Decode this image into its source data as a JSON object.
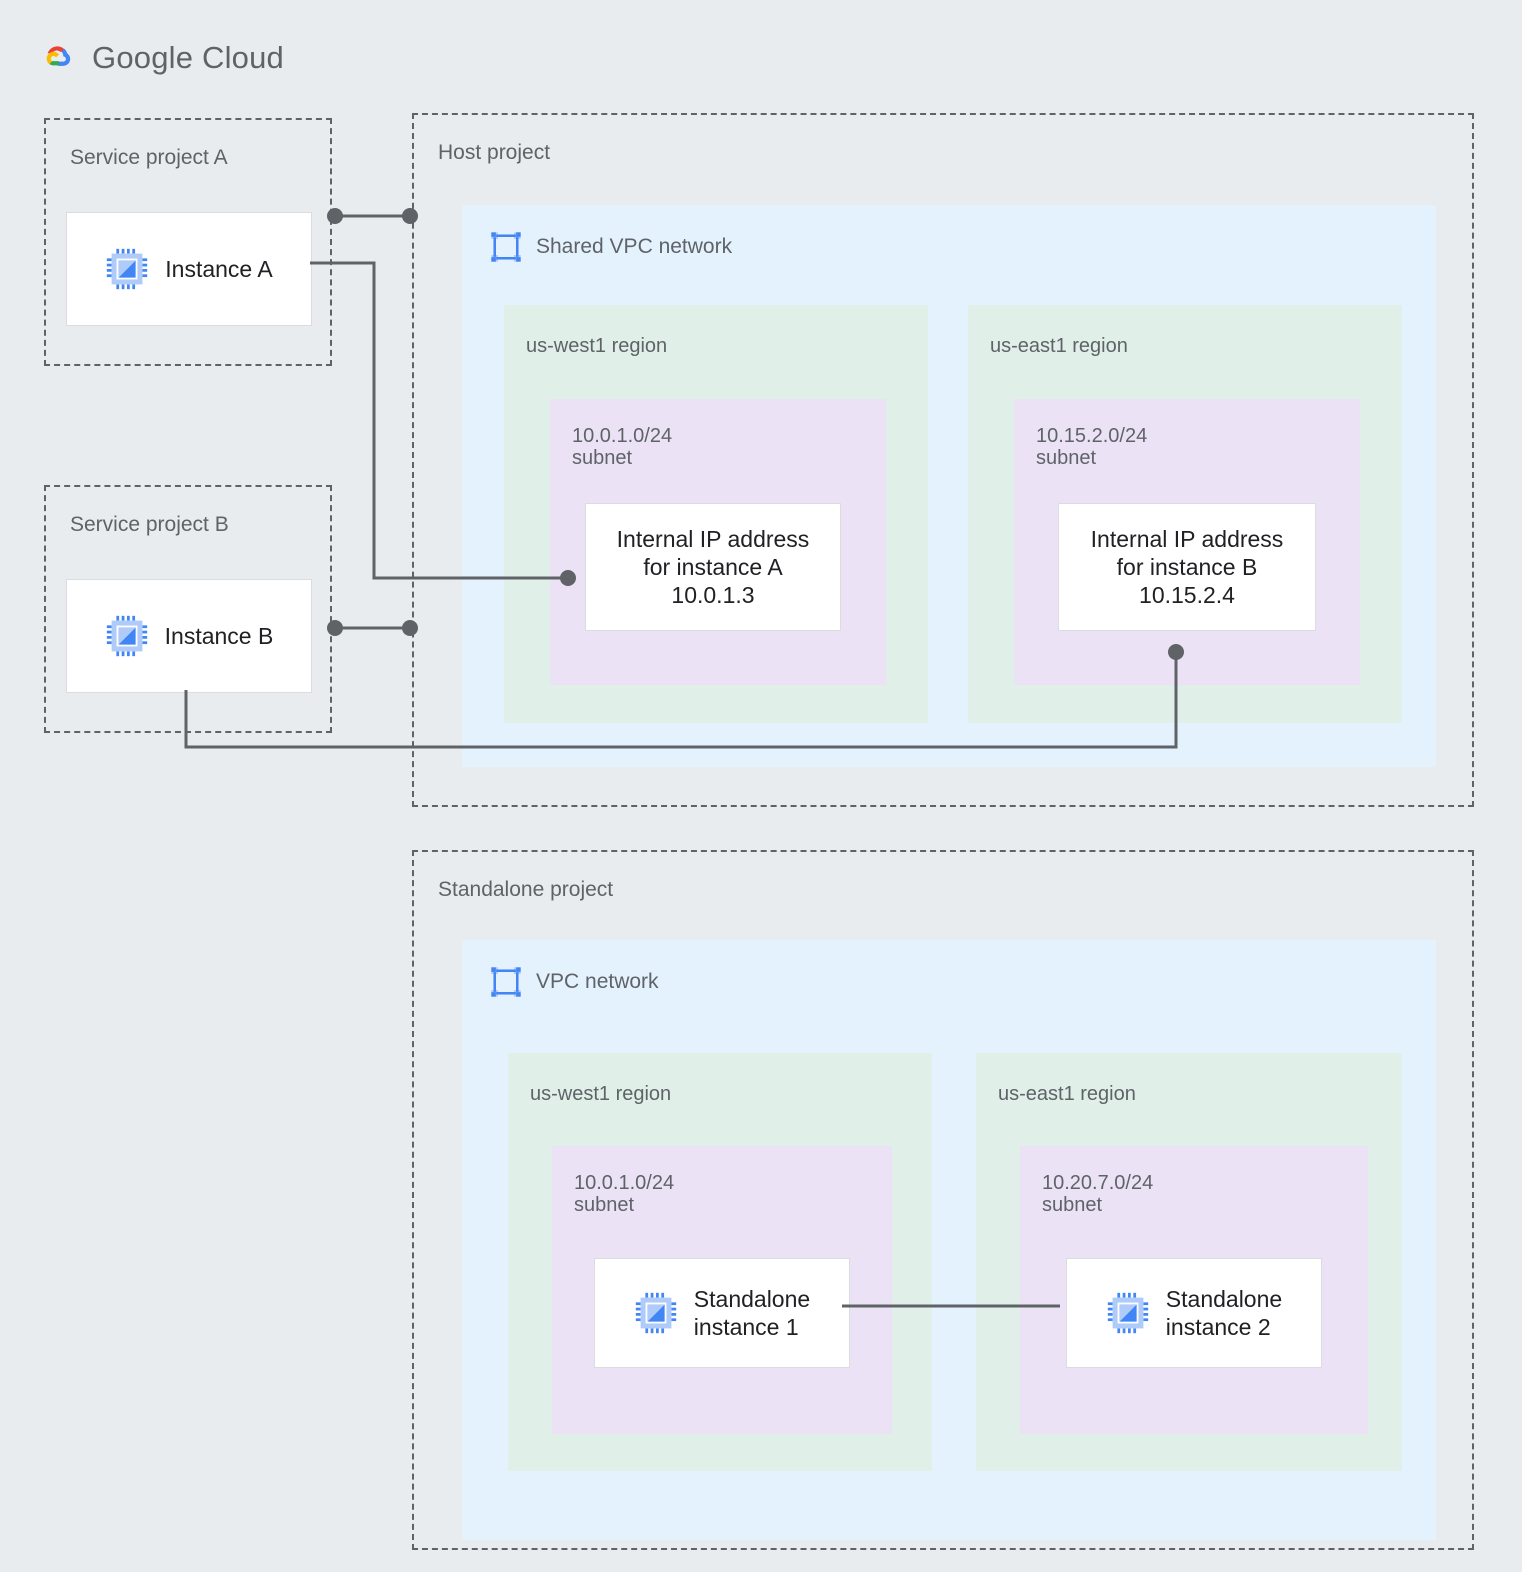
{
  "brand": {
    "name_part1": "Google",
    "name_part2": "Cloud",
    "logo_icon": "google-cloud-logo",
    "colors": {
      "red": "#ea4335",
      "blue": "#4285f4",
      "yellow": "#fbbc04",
      "green": "#34a853"
    }
  },
  "palette": {
    "page_background": "#e8ecef",
    "project_fill": "#e8ecef",
    "project_border": "#5f6368",
    "vpc_fill": "#e3f2fd",
    "region_fill": "#e0f0e9",
    "subnet_fill": "#ebe3f5",
    "node_fill": "#ffffff",
    "node_border": "#dadce0",
    "connector": "#5f6368",
    "label_text": "#5f6368",
    "node_text": "#202124",
    "icon_blue_dark": "#4285f4",
    "icon_blue_light": "#aecbfa"
  },
  "projects": [
    {
      "id": "service-project-a",
      "label": "Service project A",
      "instance": {
        "id": "instance-a",
        "label": "Instance A",
        "icon": "compute-instance-icon"
      }
    },
    {
      "id": "service-project-b",
      "label": "Service project B",
      "instance": {
        "id": "instance-b",
        "label": "Instance B",
        "icon": "compute-instance-icon"
      }
    },
    {
      "id": "host-project",
      "label": "Host project",
      "network": {
        "id": "shared-vpc-network",
        "label": "Shared VPC network",
        "icon": "vpc-network-icon",
        "regions": [
          {
            "id": "host-us-west1",
            "label": "us-west1 region",
            "subnet": {
              "id": "subnet-10-0-1-0-24",
              "cidr": "10.0.1.0/24",
              "label": "10.0.1.0/24\nsubnet"
            },
            "node": {
              "id": "internal-ip-instance-a",
              "label": "Internal IP address\nfor instance A\n10.0.1.3",
              "ip": "10.0.1.3"
            }
          },
          {
            "id": "host-us-east1",
            "label": "us-east1 region",
            "subnet": {
              "id": "subnet-10-15-2-0-24",
              "cidr": "10.15.2.0/24",
              "label": "10.15.2.0/24\nsubnet"
            },
            "node": {
              "id": "internal-ip-instance-b",
              "label": "Internal IP address\nfor instance B\n10.15.2.4",
              "ip": "10.15.2.4"
            }
          }
        ]
      }
    },
    {
      "id": "standalone-project",
      "label": "Standalone project",
      "network": {
        "id": "vpc-network",
        "label": "VPC network",
        "icon": "vpc-network-icon",
        "regions": [
          {
            "id": "standalone-us-west1",
            "label": "us-west1 region",
            "subnet": {
              "id": "subnet-10-0-1-0-24-standalone",
              "cidr": "10.0.1.0/24",
              "label": "10.0.1.0/24\nsubnet"
            },
            "node": {
              "id": "standalone-instance-1",
              "label": "Standalone\ninstance 1",
              "icon": "compute-instance-icon"
            }
          },
          {
            "id": "standalone-us-east1",
            "label": "us-east1 region",
            "subnet": {
              "id": "subnet-10-20-7-0-24",
              "cidr": "10.20.7.0/24",
              "label": "10.20.7.0/24\nsubnet"
            },
            "node": {
              "id": "standalone-instance-2",
              "label": "Standalone\ninstance 2",
              "icon": "compute-instance-icon"
            }
          }
        ]
      }
    }
  ],
  "connections": [
    {
      "id": "instance-a-to-host-project",
      "from": "instance-a",
      "to": "host-project",
      "style": "dot-line-dot"
    },
    {
      "id": "instance-b-to-host-project",
      "from": "instance-b",
      "to": "host-project",
      "style": "dot-line-dot"
    },
    {
      "id": "instance-a-to-internal-ip-a",
      "from": "instance-a",
      "to": "internal-ip-instance-a",
      "style": "orthogonal-dot-end"
    },
    {
      "id": "instance-b-to-internal-ip-b",
      "from": "instance-b",
      "to": "internal-ip-instance-b",
      "style": "orthogonal-dot-end"
    },
    {
      "id": "standalone-1-to-standalone-2",
      "from": "standalone-instance-1",
      "to": "standalone-instance-2",
      "style": "plain-line"
    }
  ]
}
